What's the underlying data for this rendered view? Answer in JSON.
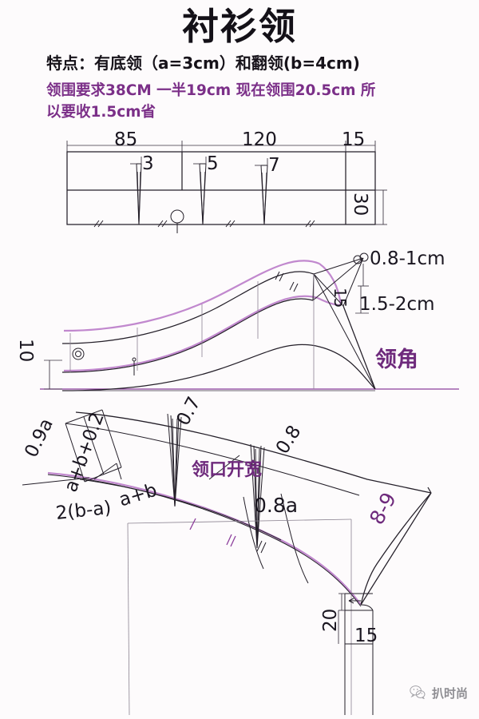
{
  "document": {
    "title": "衬衫领",
    "subtitle": "特点：有底领（a=3cm）和翻领(b=4cm)",
    "note_line1": "领围要求38CM 一半19cm 现在领围20.5cm 所",
    "note_line2": "以要收1.5cm省",
    "accent_purple": "#7b2f88",
    "line_black": "#1a1620",
    "line_purple": "#b06ec0",
    "background": "#fdfbfc"
  },
  "diagram_top": {
    "name": "collar-band-strip",
    "dim_85": "85",
    "dim_120": "120",
    "dim_15": "15",
    "dim_30": "30",
    "dart_1": "3",
    "dart_2": "5",
    "dart_3": "7"
  },
  "diagram_middle": {
    "name": "collar-side-view",
    "dim_10": "10",
    "dim_15": "15",
    "label_08_1cm": "0.8-1cm",
    "label_15_2cm": "1.5-2cm",
    "label_collar_point": "领角"
  },
  "diagram_bottom": {
    "name": "collar-draft-on-bodice",
    "label_09a": "0.9a",
    "label_abp02": "a+b+0.2",
    "label_2ba": "2(b-a)",
    "label_ab": "a+b",
    "label_07": "0.7",
    "label_08": "0.8",
    "label_08a": "0.8a",
    "label_neck_open": "领口开宽",
    "label_8_9": "8-9",
    "dim_20": "20",
    "dim_15": "15"
  },
  "watermark": {
    "text": "扒时尚",
    "icon": "wechat-icon"
  }
}
